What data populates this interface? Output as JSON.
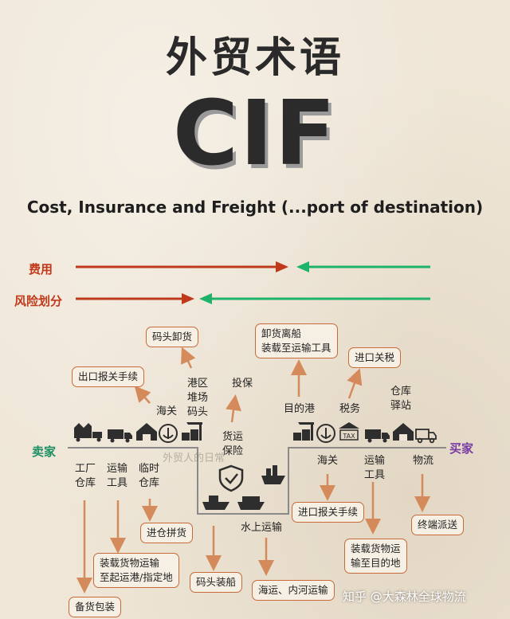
{
  "header": {
    "title": "外贸术语",
    "term": "CIF",
    "full_name": "Cost, Insurance and Freight (...port of destination)"
  },
  "legend": {
    "cost_label": "费用",
    "risk_label": "风险划分",
    "seller_color": "#c0391b",
    "buyer_color": "#1fb36a"
  },
  "parties": {
    "seller": "卖家",
    "buyer": "买家"
  },
  "above_line": {
    "export_declaration": "出口报关手续",
    "customs": "海关",
    "terminal_unloading": "码头卸货",
    "port_yard": "港区\n堆场\n码头",
    "insure": "投保",
    "freight_insurance": "货运\n保险",
    "unload_ship": "卸货离船\n装载至运输工具",
    "destination_port": "目的港",
    "import_duty": "进口关税",
    "taxes": "税务",
    "warehouse_station": "仓库\n驿站"
  },
  "below_line": {
    "factory_warehouse": "工厂\n仓库",
    "transport_vehicle": "运输\n工具",
    "temp_warehouse": "临时\n仓库",
    "into_warehouse": "进仓拼货",
    "load_to_port": "装载货物运输\n至起运港/指定地",
    "prepare_goods": "备货包装",
    "dock_loading": "码头装船",
    "water_transport": "水上运输",
    "sea_river": "海运、内河运输",
    "dest_customs": "海关",
    "dest_transport_vehicle": "运输\n工具",
    "logistics": "物流",
    "import_declaration": "进口报关手续",
    "load_to_destination": "装载货物运\n输至目的地",
    "last_mile": "终端派送"
  },
  "watermark": "外贸人的日常",
  "credit": "知乎 @大森林全球物流",
  "colors": {
    "box_border": "#c96a3a",
    "line": "#8a8a8a",
    "arrow": "#d48a5a"
  }
}
